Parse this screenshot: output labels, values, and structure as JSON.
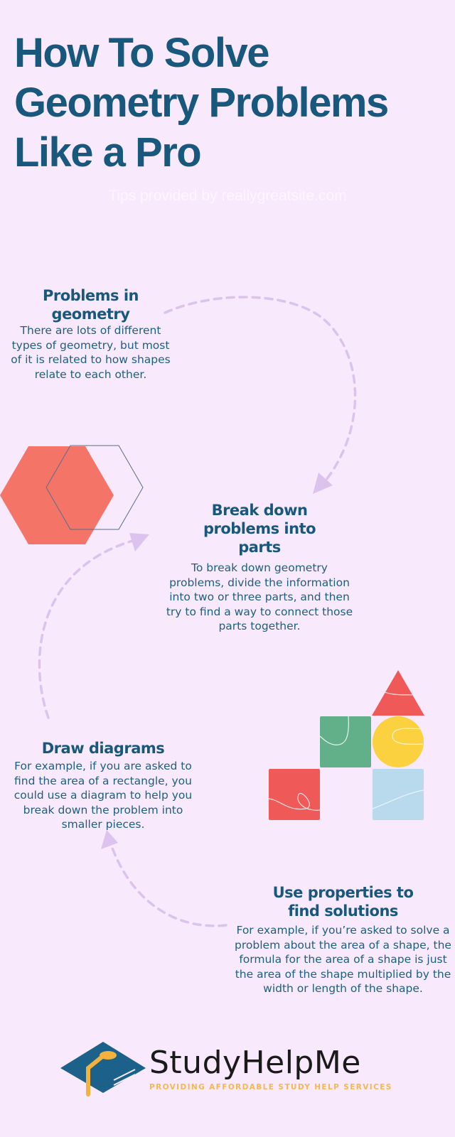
{
  "title": {
    "line1": "How To Solve",
    "line2": "Geometry Problems",
    "line3": "Like a Pro"
  },
  "subtitle": "Tips provided by reallygreatsite.com",
  "sections": [
    {
      "heading": "Problems in geometry",
      "body": "There are lots of different types of geometry, but most of it is related to how shapes relate to each other."
    },
    {
      "heading": "Break down problems into parts",
      "body": "To break down geometry problems, divide the information into two or three parts, and then try to find a way to connect those parts together."
    },
    {
      "heading": "Draw diagrams",
      "body": "For example, if you are asked to find the area of a rectangle, you could use a diagram to help you break down the problem into smaller pieces."
    },
    {
      "heading": "Use properties to find solutions",
      "body": "For example, if you’re asked to solve a problem about the area of a shape, the formula for the area of a shape is just the area of the shape multiplied by the width or length of the shape."
    }
  ],
  "logo": {
    "name": "StudyHelpMe",
    "tagline": "PROVIDING AFFORDABLE STUDY HELP SERVICES"
  },
  "colors": {
    "background": "#f8e9fc",
    "title": "#17587c",
    "coral": "#f47468",
    "red": "#ef5a58",
    "green": "#62b08a",
    "yellow": "#fcd13f",
    "blue": "#b8daec",
    "arrow": "#dcc3ee",
    "logo_blue": "#1c6189",
    "logo_gold": "#f2b23c"
  }
}
